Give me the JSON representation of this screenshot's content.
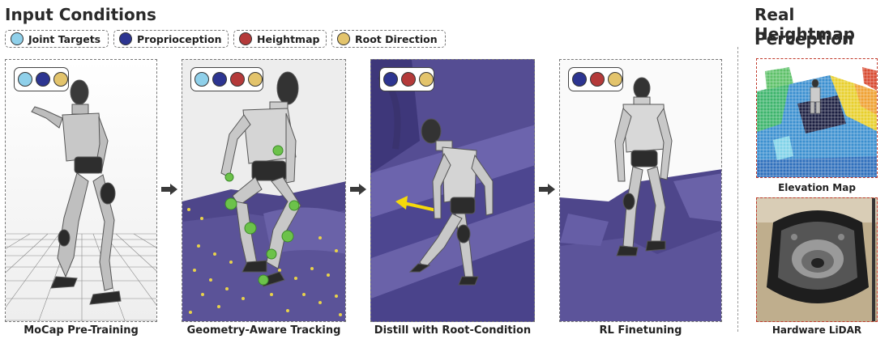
{
  "title": "Input Conditions",
  "right_title_line1": "Real Heightmap",
  "right_title_line2": "Perception",
  "legend": [
    {
      "label": "Joint Targets",
      "color": "#8fd0ea"
    },
    {
      "label": "Proprioception",
      "color": "#2d3591"
    },
    {
      "label": "Heightmap",
      "color": "#b43a3a"
    },
    {
      "label": "Root Direction",
      "color": "#e3c46c"
    }
  ],
  "panels": [
    {
      "caption": "MoCap Pre-Training"
    },
    {
      "caption": "Geometry-Aware Tracking"
    },
    {
      "caption": "Distill with Root-Condition"
    },
    {
      "caption": "RL Finetuning"
    }
  ],
  "side": {
    "elevation_caption": "Elevation Map",
    "lidar_caption": "Hardware LiDAR"
  }
}
